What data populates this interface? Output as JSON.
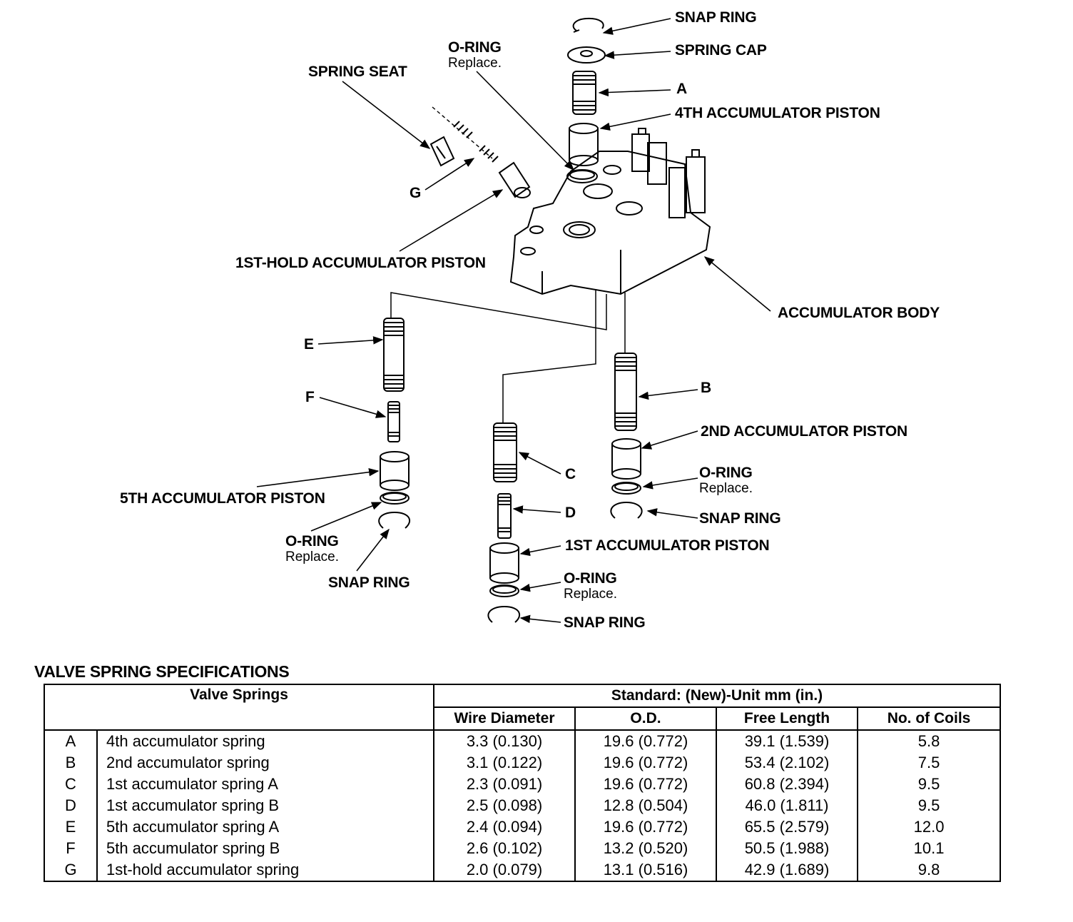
{
  "labels": {
    "snap_ring_top": "SNAP RING",
    "spring_cap": "SPRING CAP",
    "spring_a": "A",
    "piston_4th": "4TH ACCUMULATOR PISTON",
    "oring_top": "O-RING",
    "oring_top_note": "Replace.",
    "spring_seat": "SPRING SEAT",
    "spring_g": "G",
    "piston_1st_hold": "1ST-HOLD ACCUMULATOR PISTON",
    "accumulator_body": "ACCUMULATOR BODY",
    "spring_e": "E",
    "spring_f": "F",
    "piston_5th": "5TH ACCUMULATOR PISTON",
    "oring_5th": "O-RING",
    "oring_5th_note": "Replace.",
    "snap_ring_5th": "SNAP RING",
    "spring_c": "C",
    "spring_d": "D",
    "piston_1st": "1ST ACCUMULATOR PISTON",
    "oring_1st": "O-RING",
    "oring_1st_note": "Replace.",
    "snap_ring_1st": "SNAP RING",
    "spring_b": "B",
    "piston_2nd": "2ND ACCUMULATOR PISTON",
    "oring_2nd": "O-RING",
    "oring_2nd_note": "Replace.",
    "snap_ring_2nd": "SNAP RING"
  },
  "table": {
    "title": "VALVE SPRING SPECIFICATIONS",
    "header_springs": "Valve Springs",
    "header_standard": "Standard: (New)-Unit mm (in.)",
    "columns": [
      "Wire Diameter",
      "O.D.",
      "Free Length",
      "No. of Coils"
    ],
    "rows": [
      {
        "id": "A",
        "name": "4th accumulator spring",
        "wire": "3.3 (0.130)",
        "od": "19.6 (0.772)",
        "length": "39.1 (1.539)",
        "coils": "5.8"
      },
      {
        "id": "B",
        "name": "2nd accumulator spring",
        "wire": "3.1 (0.122)",
        "od": "19.6 (0.772)",
        "length": "53.4 (2.102)",
        "coils": "7.5"
      },
      {
        "id": "C",
        "name": "1st accumulator spring A",
        "wire": "2.3 (0.091)",
        "od": "19.6 (0.772)",
        "length": "60.8 (2.394)",
        "coils": "9.5"
      },
      {
        "id": "D",
        "name": "1st accumulator spring B",
        "wire": "2.5 (0.098)",
        "od": "12.8 (0.504)",
        "length": "46.0 (1.811)",
        "coils": "9.5"
      },
      {
        "id": "E",
        "name": "5th accumulator spring A",
        "wire": "2.4 (0.094)",
        "od": "19.6 (0.772)",
        "length": "65.5 (2.579)",
        "coils": "12.0"
      },
      {
        "id": "F",
        "name": "5th accumulator spring B",
        "wire": "2.6 (0.102)",
        "od": "13.2 (0.520)",
        "length": "50.5 (1.988)",
        "coils": "10.1"
      },
      {
        "id": "G",
        "name": "1st-hold accumulator spring",
        "wire": "2.0 (0.079)",
        "od": "13.1 (0.516)",
        "length": "42.9 (1.689)",
        "coils": "9.8"
      }
    ]
  }
}
